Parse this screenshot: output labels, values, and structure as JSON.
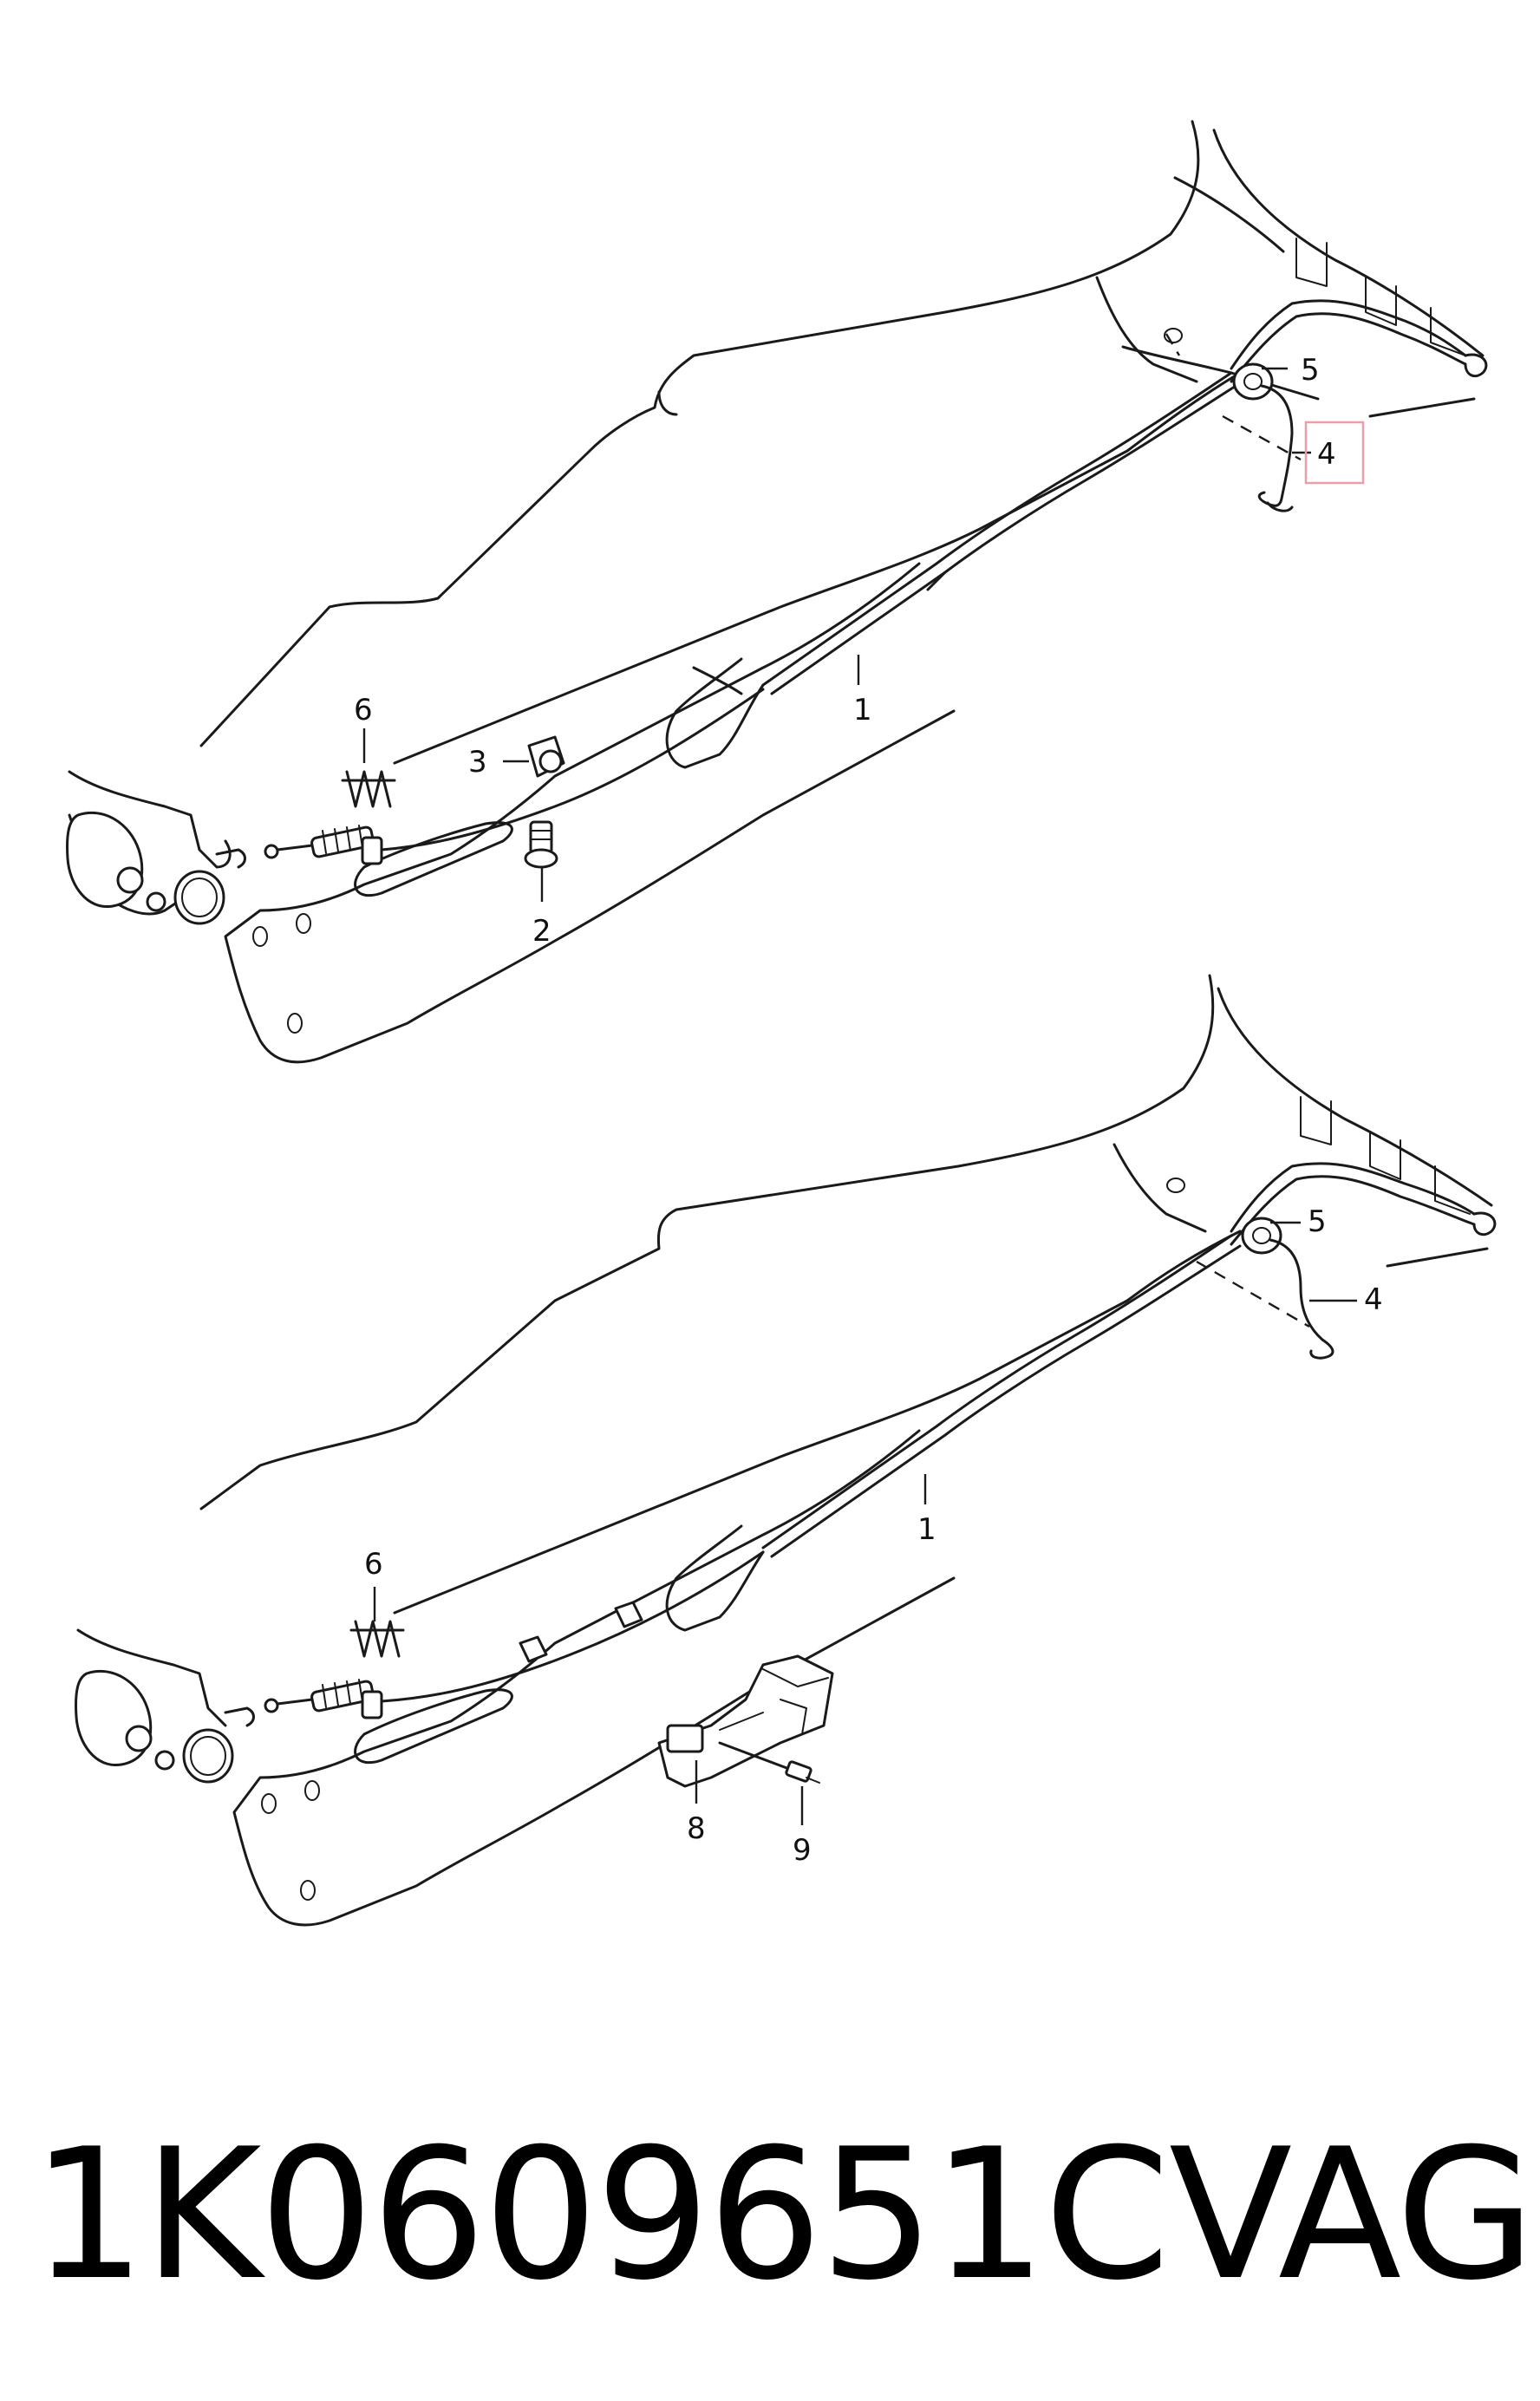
{
  "diagram": {
    "upper_view": {
      "callouts": [
        "1",
        "2",
        "3",
        "4",
        "5",
        "6"
      ],
      "highlighted_callout": "4"
    },
    "lower_view": {
      "callouts": [
        "1",
        "4",
        "5",
        "6",
        "8",
        "9"
      ]
    },
    "highlight_color": "#e8a0a8"
  },
  "caption": {
    "part_number": "1K0609651C",
    "brand": "VAG"
  }
}
